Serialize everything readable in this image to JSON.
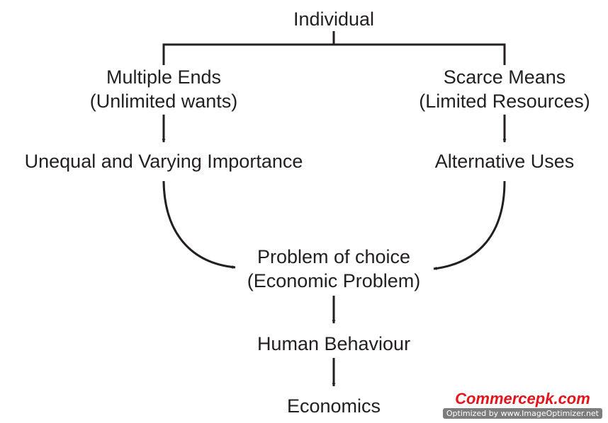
{
  "diagram": {
    "root": "Individual",
    "left_branch": {
      "line1": "Multiple Ends",
      "line2": "(Unlimited wants)",
      "result": "Unequal and Varying Importance"
    },
    "right_branch": {
      "line1": "Scarce Means",
      "line2": "(Limited Resources)",
      "result": "Alternative Uses"
    },
    "merge": {
      "line1": "Problem of choice",
      "line2": "(Economic Problem)"
    },
    "step": "Human Behaviour",
    "final": "Economics"
  },
  "watermark": {
    "brand": "Commercepk.com",
    "credit": "Optimized by www.ImageOptimizer.net"
  },
  "colors": {
    "text": "#231f20",
    "line": "#231f20",
    "brand": "#e3141b",
    "credit_bg": "#7d7d7d"
  }
}
